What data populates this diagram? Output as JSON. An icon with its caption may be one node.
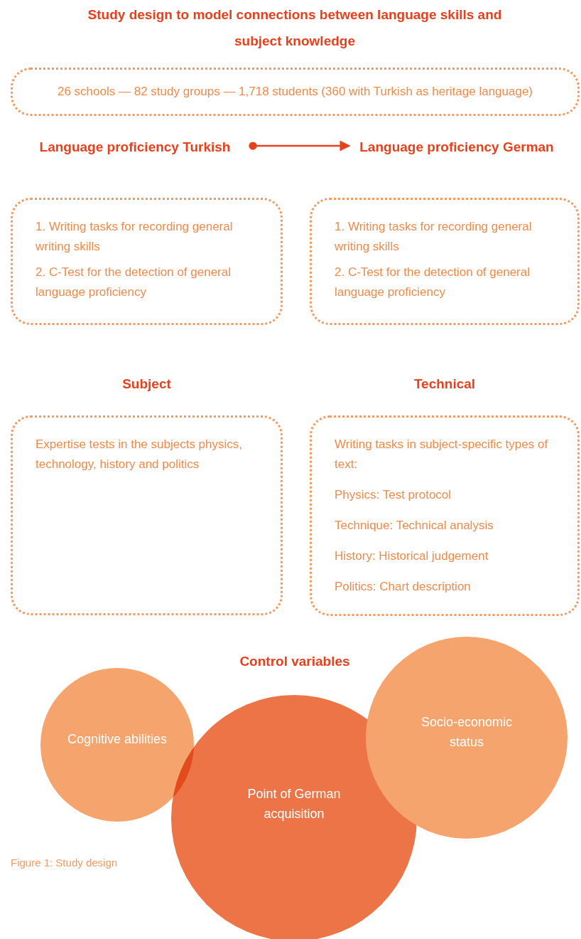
{
  "diagram": {
    "title": "Study design to model connections between language skills and subject knowledge",
    "nodes": [
      {
        "text": [
          "26 schools — 82 study groups — 1,718 students (360 with Turkish as heritage language)"
        ]
      },
      {
        "text": [
          "Language proficiency Turkish"
        ]
      },
      {
        "text": [
          "1. Writing tasks for recording general writing skills",
          "2. C-Test for the detection of general language proficiency"
        ]
      },
      {
        "text": [
          "Language proficiency German"
        ]
      },
      {
        "text": [
          "1. Writing tasks for recording general writing skills",
          "2. C-Test for the detection of general language proficiency"
        ]
      },
      {
        "text": [
          "Subject",
          "Expertise tests in the subjects physics, technology, history and politics"
        ]
      },
      {
        "text": [
          "Technical",
          "Writing tasks in subject-specific types of text:",
          "Physics: Test protocol",
          "Technique: Technical analysis",
          "History: Historical judgement",
          "Politics: Chart description"
        ]
      },
      {
        "text": [
          "Cognitive abilities"
        ]
      },
      {
        "text": [
          "Point of German acquisition"
        ]
      },
      {
        "text": [
          "Socio-economic status"
        ]
      }
    ],
    "edges": [
      {
        "from": 1,
        "to": 3,
        "arrow": "to"
      }
    ],
    "labels": [
      "Control variables"
    ],
    "caption": "Figure 1: Study design"
  }
}
